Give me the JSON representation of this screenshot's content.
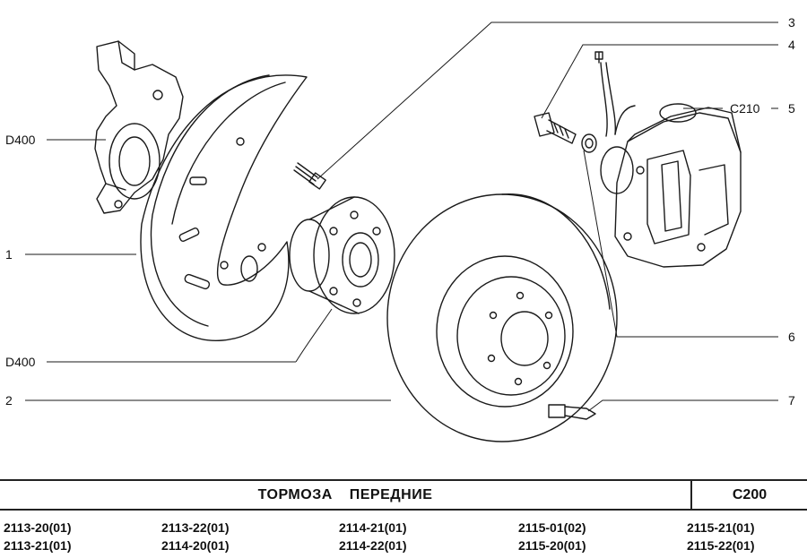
{
  "callouts": {
    "c1": "1",
    "c2": "2",
    "c3": "3",
    "c4": "4",
    "c5": "5",
    "c6": "6",
    "c7": "7",
    "ref_knuckle": "D400",
    "ref_hub": "D400",
    "ref_caliper": "C210"
  },
  "title": {
    "text": "ТОРМОЗА ПЕРЕДНИЕ",
    "sheet_code": "C200"
  },
  "models": [
    [
      "2113-20(01)",
      "2113-21(01)"
    ],
    [
      "2113-22(01)",
      "2114-20(01)"
    ],
    [
      "2114-21(01)",
      "2114-22(01)"
    ],
    [
      "2115-01(02)",
      "2115-20(01)"
    ],
    [
      "2115-21(01)",
      "2115-22(01)"
    ]
  ]
}
